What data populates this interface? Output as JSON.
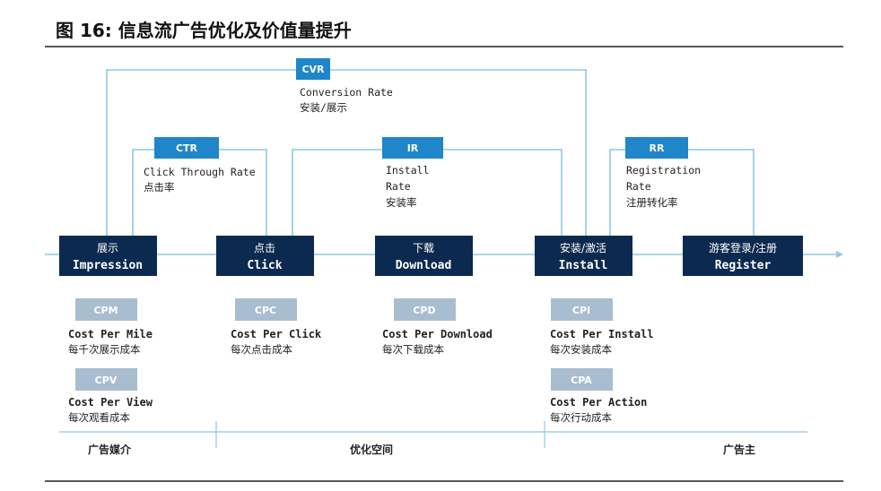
{
  "figure": {
    "title": "图 16: 信息流广告优化及价值量提升"
  },
  "colors": {
    "flow_box": "#0c2a4f",
    "rate_tag": "#1f86c9",
    "cost_tag": "#a9bdd1",
    "line": "#8fc7e6",
    "rule": "#222222"
  },
  "rates": {
    "cvr": {
      "tag": "CVR",
      "lines": [
        "Conversion Rate",
        "安装/展示"
      ]
    },
    "ctr": {
      "tag": "CTR",
      "lines": [
        "Click Through Rate",
        "点击率"
      ]
    },
    "ir": {
      "tag": "IR",
      "lines": [
        "Install",
        "Rate",
        "安装率"
      ]
    },
    "rr": {
      "tag": "RR",
      "lines": [
        "Registration",
        "Rate",
        "注册转化率"
      ]
    }
  },
  "stages": [
    {
      "top": "展示",
      "bottom": "Impression"
    },
    {
      "top": "点击",
      "bottom": "Click"
    },
    {
      "top": "下载",
      "bottom": "Download"
    },
    {
      "top": "安装/激活",
      "bottom": "Install"
    },
    {
      "top": "游客登录/注册",
      "bottom": "Register"
    }
  ],
  "costs": {
    "cpm": {
      "tag": "CPM",
      "en": "Cost Per Mile",
      "zh": "每千次展示成本"
    },
    "cpv": {
      "tag": "CPV",
      "en": "Cost Per View",
      "zh": "每次观看成本"
    },
    "cpc": {
      "tag": "CPC",
      "en": "Cost Per Click",
      "zh": "每次点击成本"
    },
    "cpd": {
      "tag": "CPD",
      "en": "Cost Per Download",
      "zh": "每次下载成本"
    },
    "cpi": {
      "tag": "CPI",
      "en": "Cost Per Install",
      "zh": "每次安装成本"
    },
    "cpa": {
      "tag": "CPA",
      "en": "Cost Per Action",
      "zh": "每次行动成本"
    }
  },
  "regions": [
    "广告媒介",
    "优化空间",
    "广告主"
  ]
}
